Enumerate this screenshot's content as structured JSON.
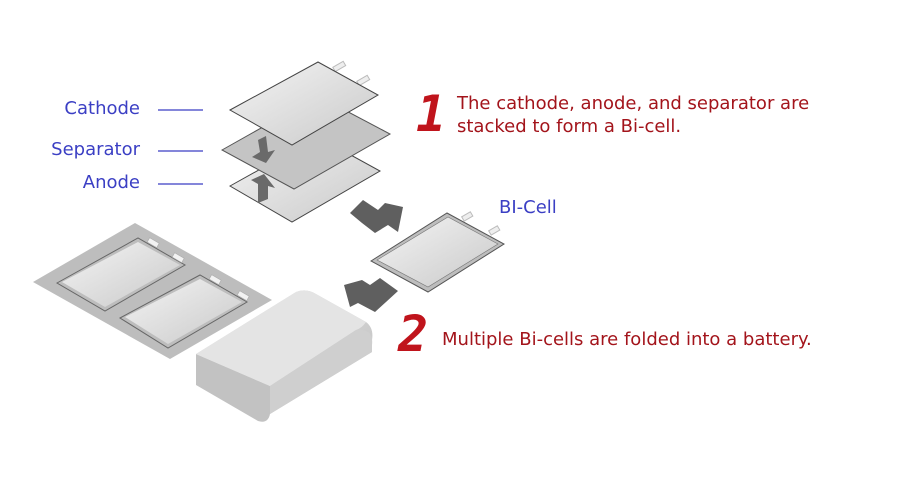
{
  "labels": {
    "cathode": "Cathode",
    "separator": "Separator",
    "anode": "Anode",
    "bicell": "BI-Cell"
  },
  "steps": [
    {
      "number": "1",
      "text_line1": "The cathode, anode, and separator are",
      "text_line2": "stacked to form a Bi-cell."
    },
    {
      "number": "2",
      "text_line1": "Multiple Bi-cells are folded into a battery."
    }
  ],
  "colors": {
    "label": "#3b3fc4",
    "step_text": "#a3141b",
    "step_number": "#c0141c",
    "arrow": "#5f5f5f",
    "sheet": "#d8d8d8"
  }
}
